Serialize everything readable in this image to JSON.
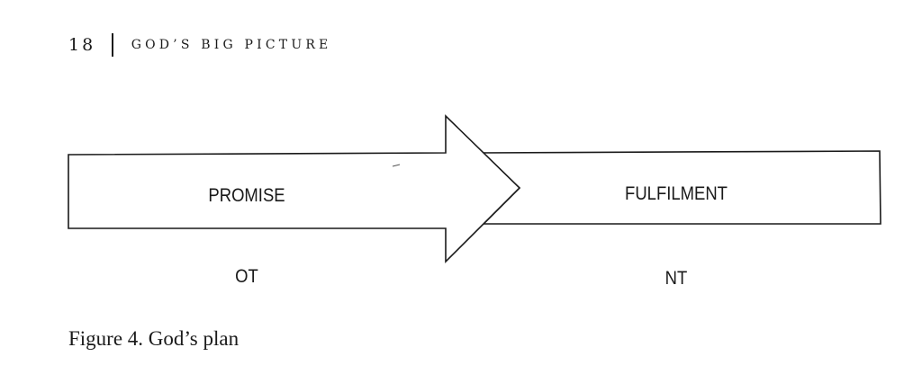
{
  "running_head": {
    "page_number": "18",
    "book_title": "God’s Big Picture"
  },
  "figure": {
    "left_box_label": "PROMISE",
    "right_box_label": "FULFILMENT",
    "left_period_label": "OT",
    "right_period_label": "NT",
    "caption": "Figure 4. God’s plan"
  }
}
